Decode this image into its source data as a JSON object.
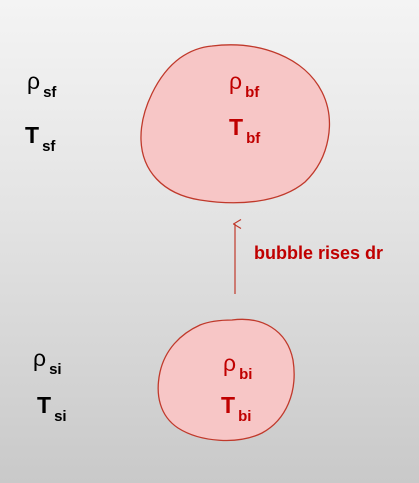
{
  "colors": {
    "bubble_fill": "#f7c6c6",
    "bubble_stroke": "#c0392b",
    "bubble_text": "#c00000",
    "surround_text": "#000000",
    "arrow": "#c0392b"
  },
  "surroundings_final": {
    "density": {
      "symbol": "ρ",
      "subscript": "sf"
    },
    "temperature": {
      "symbol": "T",
      "subscript": "sf"
    }
  },
  "bubble_final": {
    "density": {
      "symbol": "ρ",
      "subscript": "bf"
    },
    "temperature": {
      "symbol": "T",
      "subscript": "bf"
    }
  },
  "arrow_label": "bubble rises dr",
  "surroundings_initial": {
    "density": {
      "symbol": "ρ",
      "subscript": "si"
    },
    "temperature": {
      "symbol": "T",
      "subscript": "si"
    }
  },
  "bubble_initial": {
    "density": {
      "symbol": "ρ",
      "subscript": "bi"
    },
    "temperature": {
      "symbol": "T",
      "subscript": "bi"
    }
  }
}
